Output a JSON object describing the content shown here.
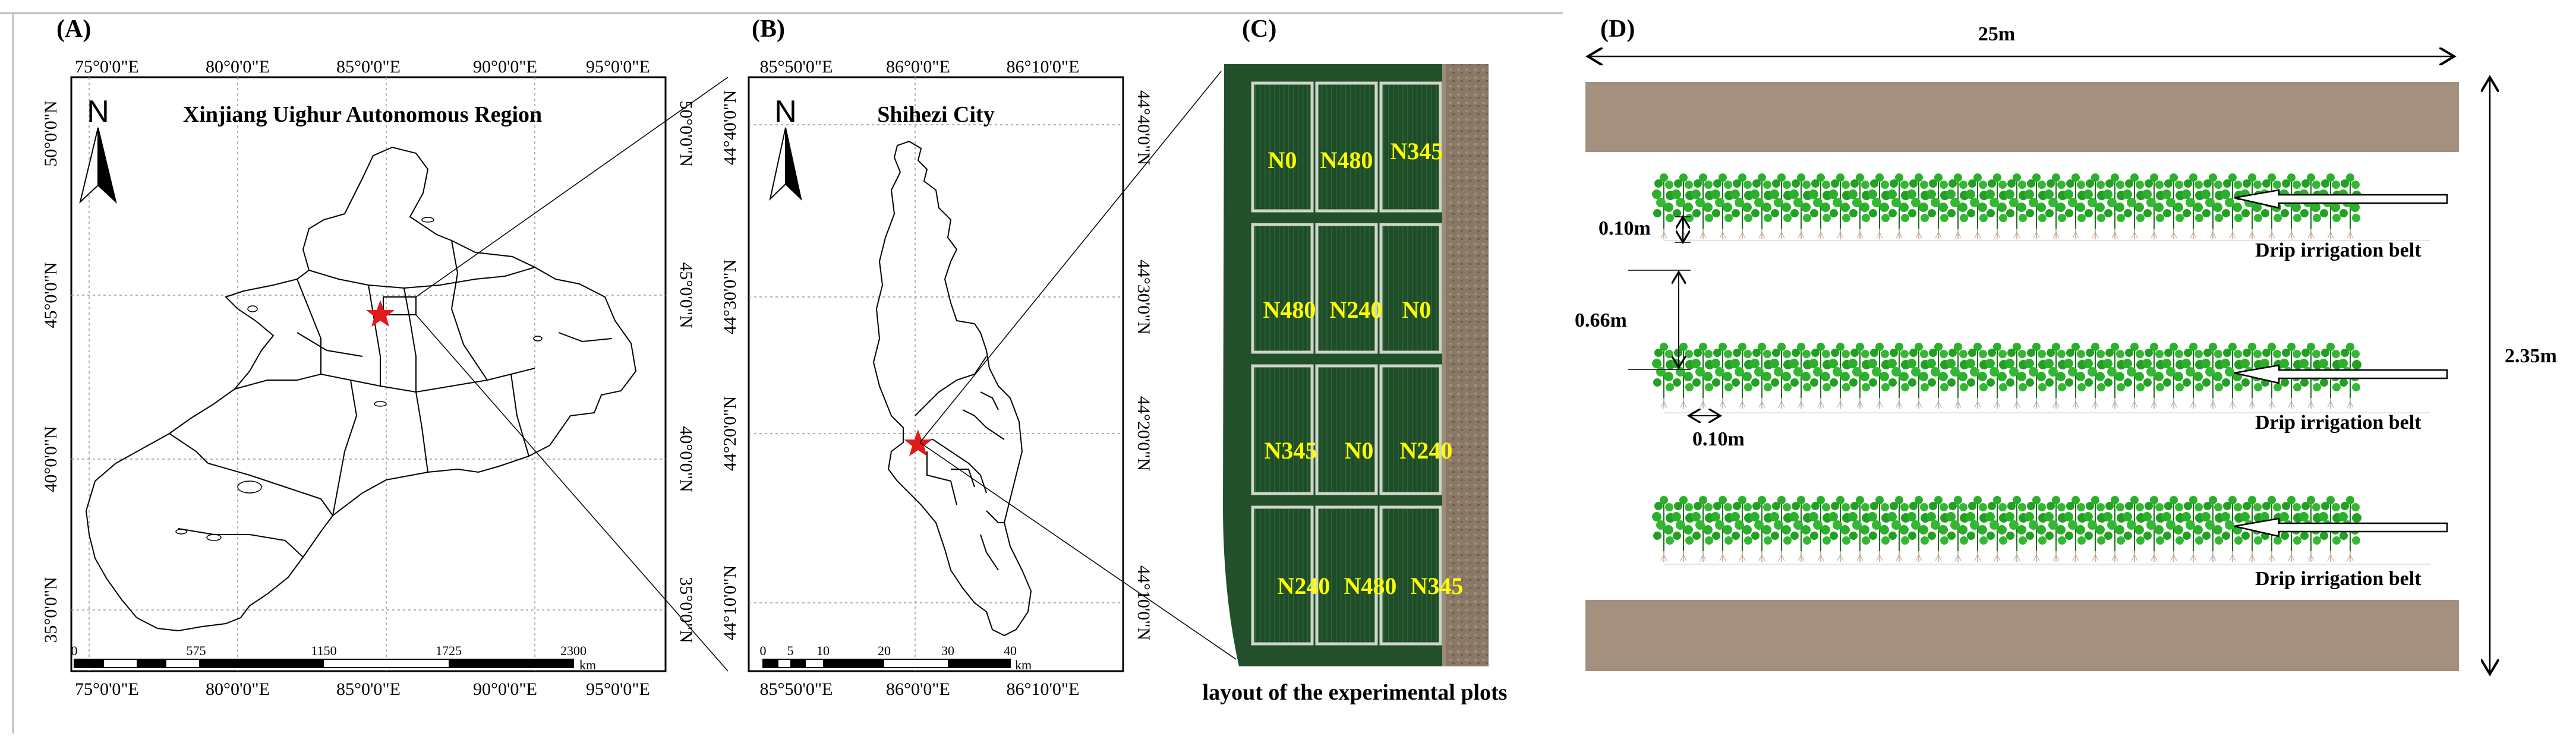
{
  "panels": {
    "a": {
      "label": "(A)",
      "title": "Xinjiang Uighur Autonomous Region",
      "north": "N",
      "lon_ticks": [
        "75°0'0\"E",
        "80°0'0\"E",
        "85°0'0\"E",
        "90°0'0\"E",
        "95°0'0\"E"
      ],
      "lat_ticks": [
        "50°0'0\"N",
        "45°0'0\"N",
        "40°0'0\"N",
        "35°0'0\"N"
      ],
      "scale_ticks": [
        "0",
        "575",
        "1150",
        "1725",
        "2300"
      ],
      "scale_unit": "km"
    },
    "b": {
      "label": "(B)",
      "title": "Shihezi City",
      "north": "N",
      "lon_ticks": [
        "85°50'0\"E",
        "86°0'0\"E",
        "86°10'0\"E"
      ],
      "lat_ticks": [
        "44°40'0\"N",
        "44°30'0\"N",
        "44°20'0\"N",
        "44°10'0\"N"
      ],
      "scale_ticks": [
        "0",
        "5",
        "10",
        "20",
        "30",
        "40"
      ],
      "scale_unit": "km"
    },
    "c": {
      "label": "(C)",
      "caption": "layout of the experimental plots",
      "plots": [
        [
          "N0",
          "N480",
          "N345"
        ],
        [
          "N480",
          "N240",
          "N0"
        ],
        [
          "N345",
          "N0",
          "N240"
        ],
        [
          "N240",
          "N480",
          "N345"
        ]
      ]
    },
    "d": {
      "label": "(D)",
      "length": "25m",
      "width": "2.35m",
      "plant_spacing": "0.10m",
      "row_spacing": "0.66m",
      "root_spacing": "0.10m",
      "belt_label": "Drip irrigation belt"
    }
  },
  "colors": {
    "marker": "#e31a1c",
    "plot_label": "#ffff00",
    "field": "#21502a",
    "soil": "#a4907e",
    "plant": "#27a827"
  },
  "icons": [
    "north-arrow-icon",
    "star-marker-icon",
    "arrow-icon"
  ]
}
